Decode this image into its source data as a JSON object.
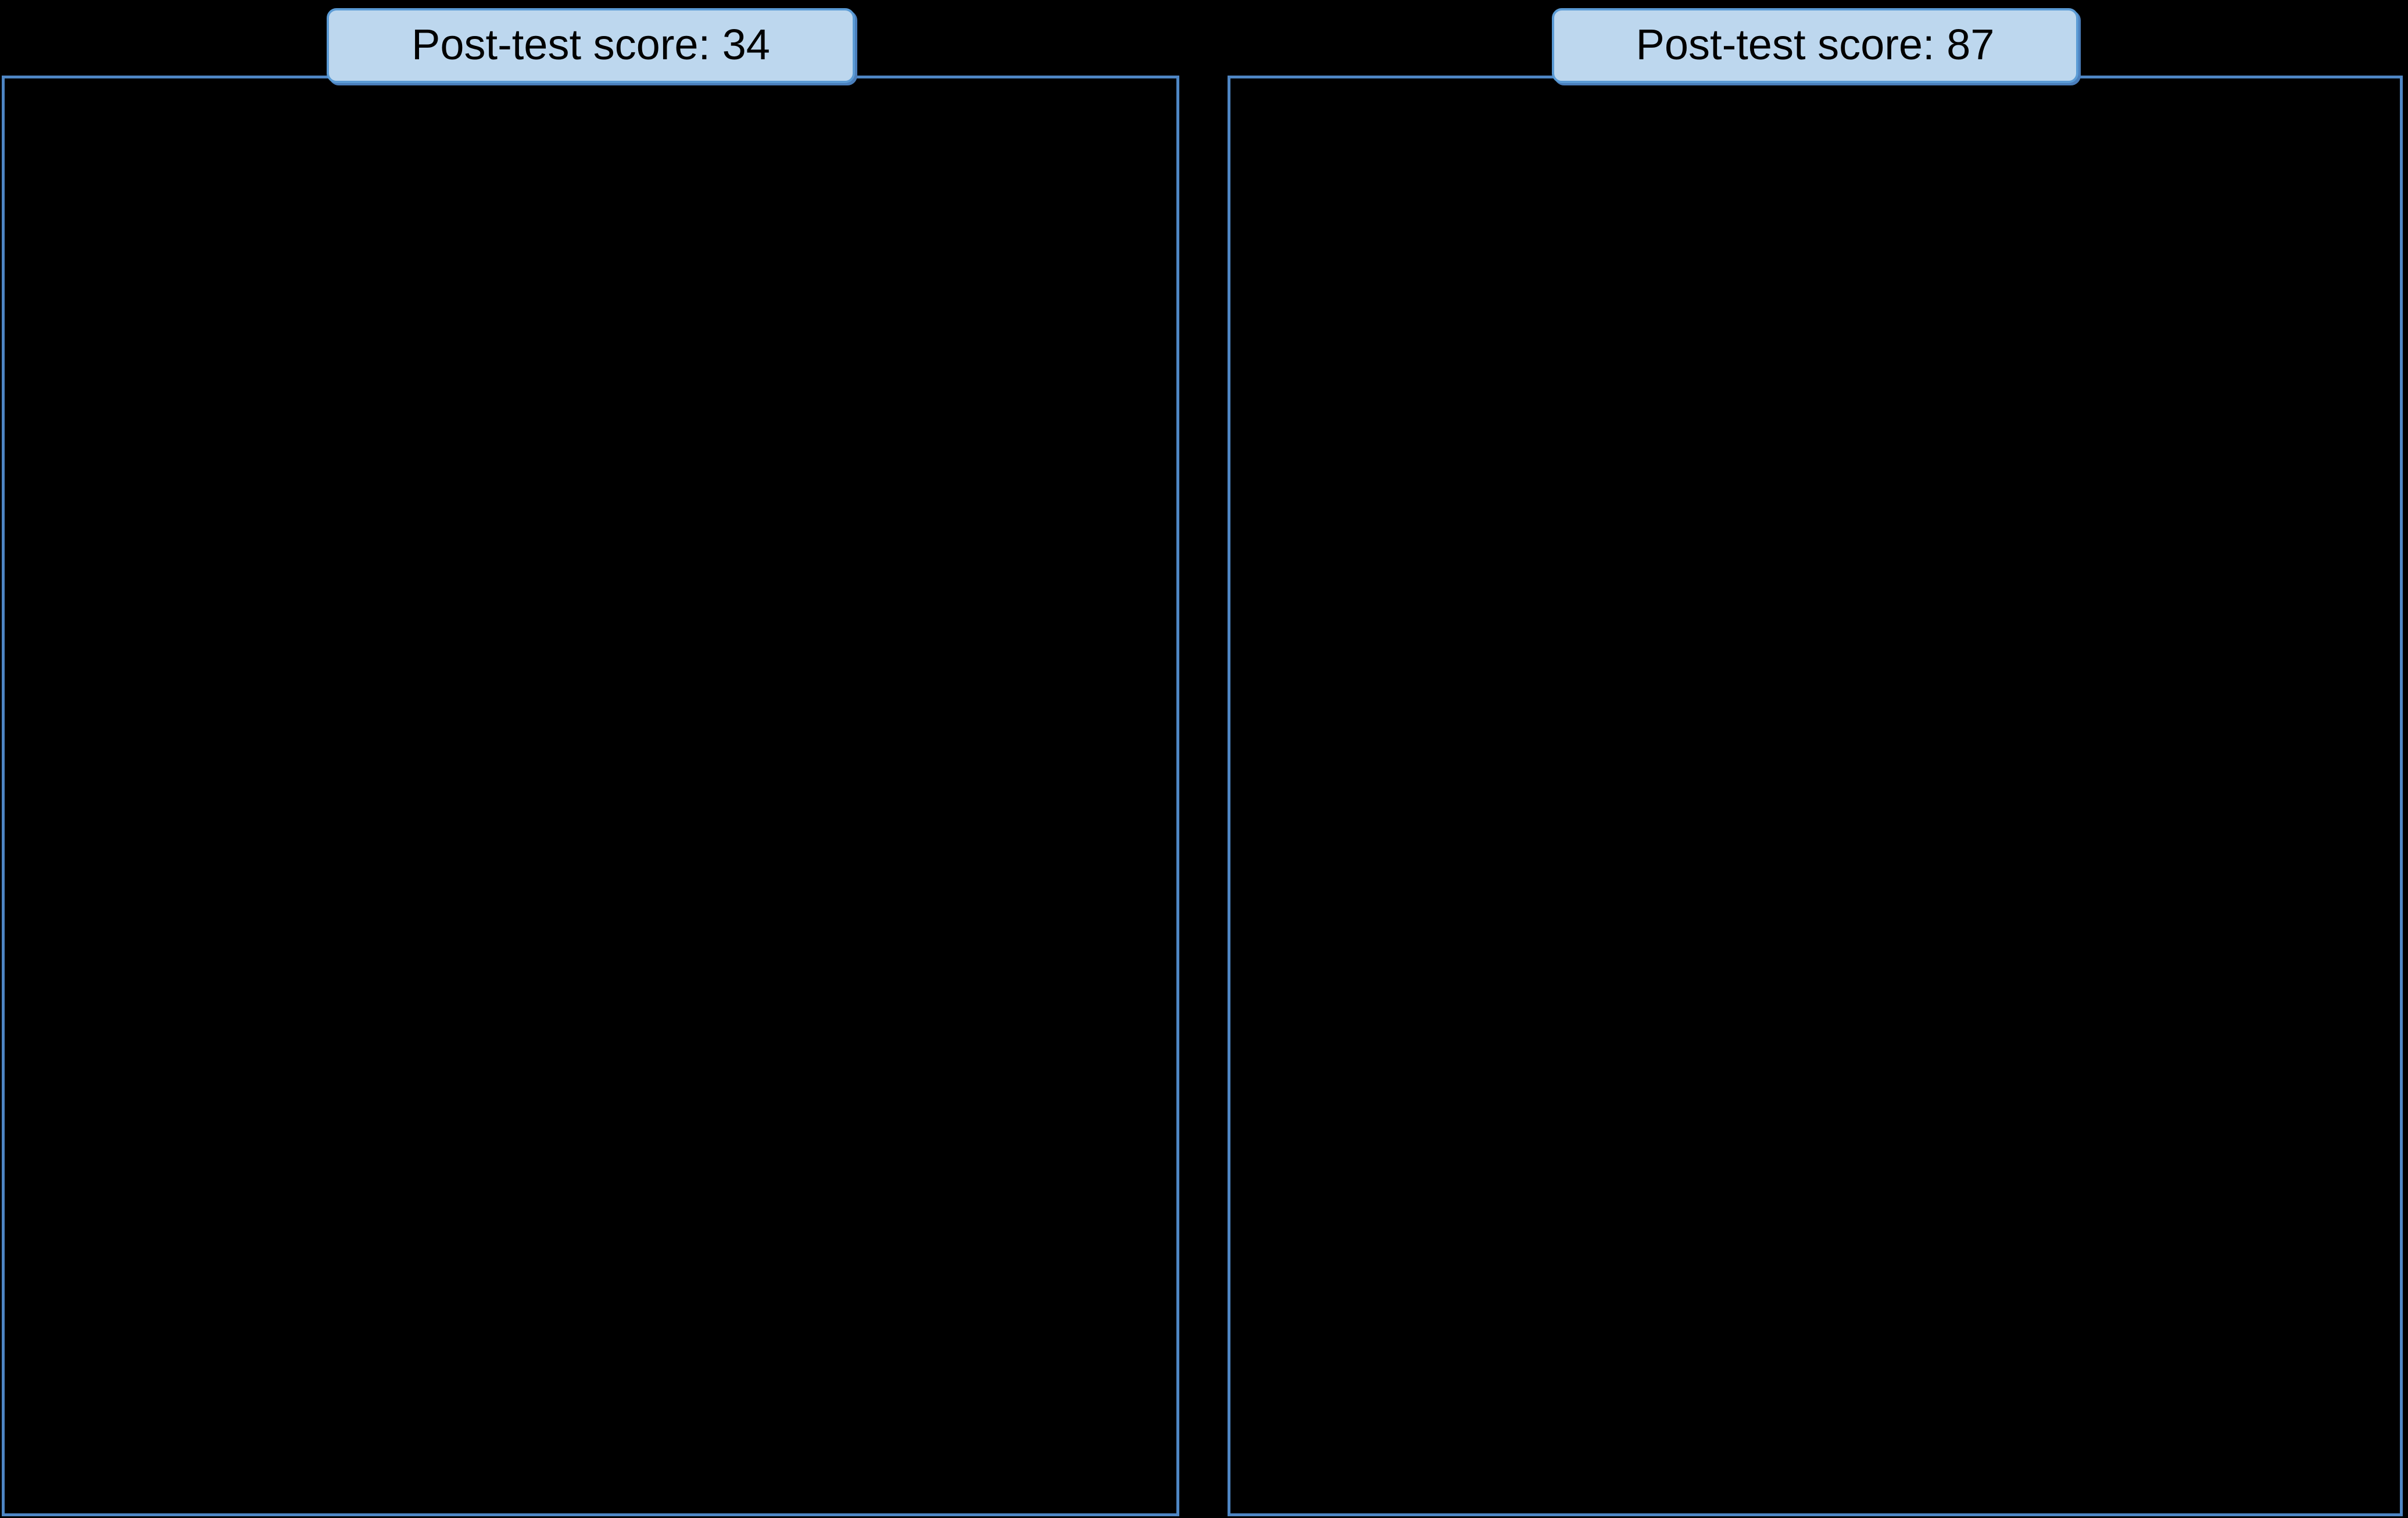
{
  "figure": {
    "background_color": "#000000",
    "colors": {
      "panel_border": "#4e86c4",
      "label_border": "#5b9bd5",
      "label_border_shadow": "#4a7ebb",
      "label_fill": "#bdd7ee",
      "label_text": "#000000"
    },
    "panels": [
      {
        "side": "left",
        "label": "Post-test score: 34",
        "score": 34
      },
      {
        "side": "right",
        "label": "Post-test score: 87",
        "score": 87
      }
    ]
  }
}
